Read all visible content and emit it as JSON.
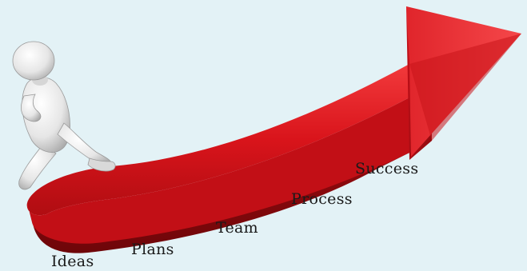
{
  "diagram": {
    "stages": [
      {
        "id": "ideas",
        "label": "Ideas"
      },
      {
        "id": "plans",
        "label": "Plans"
      },
      {
        "id": "team",
        "label": "Team"
      },
      {
        "id": "process",
        "label": "Process"
      },
      {
        "id": "success",
        "label": "Success"
      }
    ],
    "colors": {
      "background": "#e3f2f6",
      "arrow": "#d9141b",
      "arrow_dark": "#8e0a0e",
      "figure": "#f2f2f2",
      "label_text": "#1a1a1a"
    },
    "icons": {
      "arrow": "rising-arrow-icon",
      "figure": "walking-person-icon"
    }
  }
}
